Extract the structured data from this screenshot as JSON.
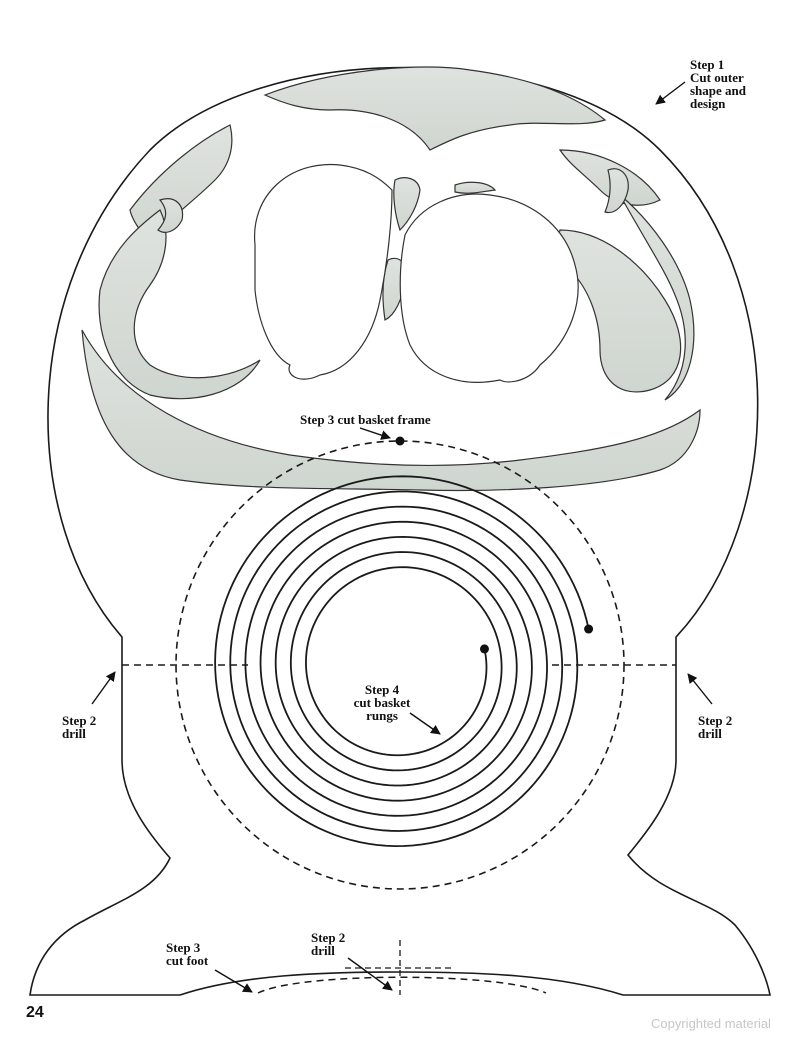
{
  "labels": {
    "step1": "Step 1\nCut outer\nshape and\ndesign",
    "step3_frame": "Step 3 cut basket frame",
    "step4": "Step 4\ncut basket\nrungs",
    "step2_left": "Step 2\ndrill",
    "step2_right": "Step 2\ndrill",
    "step3_foot": "Step 3\ncut foot",
    "step2_center": "Step 2\ndrill"
  },
  "page_number": "24",
  "copyright": "Copyrighted material",
  "colors": {
    "line": "#1a1a1a",
    "fill": "#d8ddd8",
    "fill_dark": "#c8cfc8"
  },
  "spiral": {
    "turns": 7
  }
}
